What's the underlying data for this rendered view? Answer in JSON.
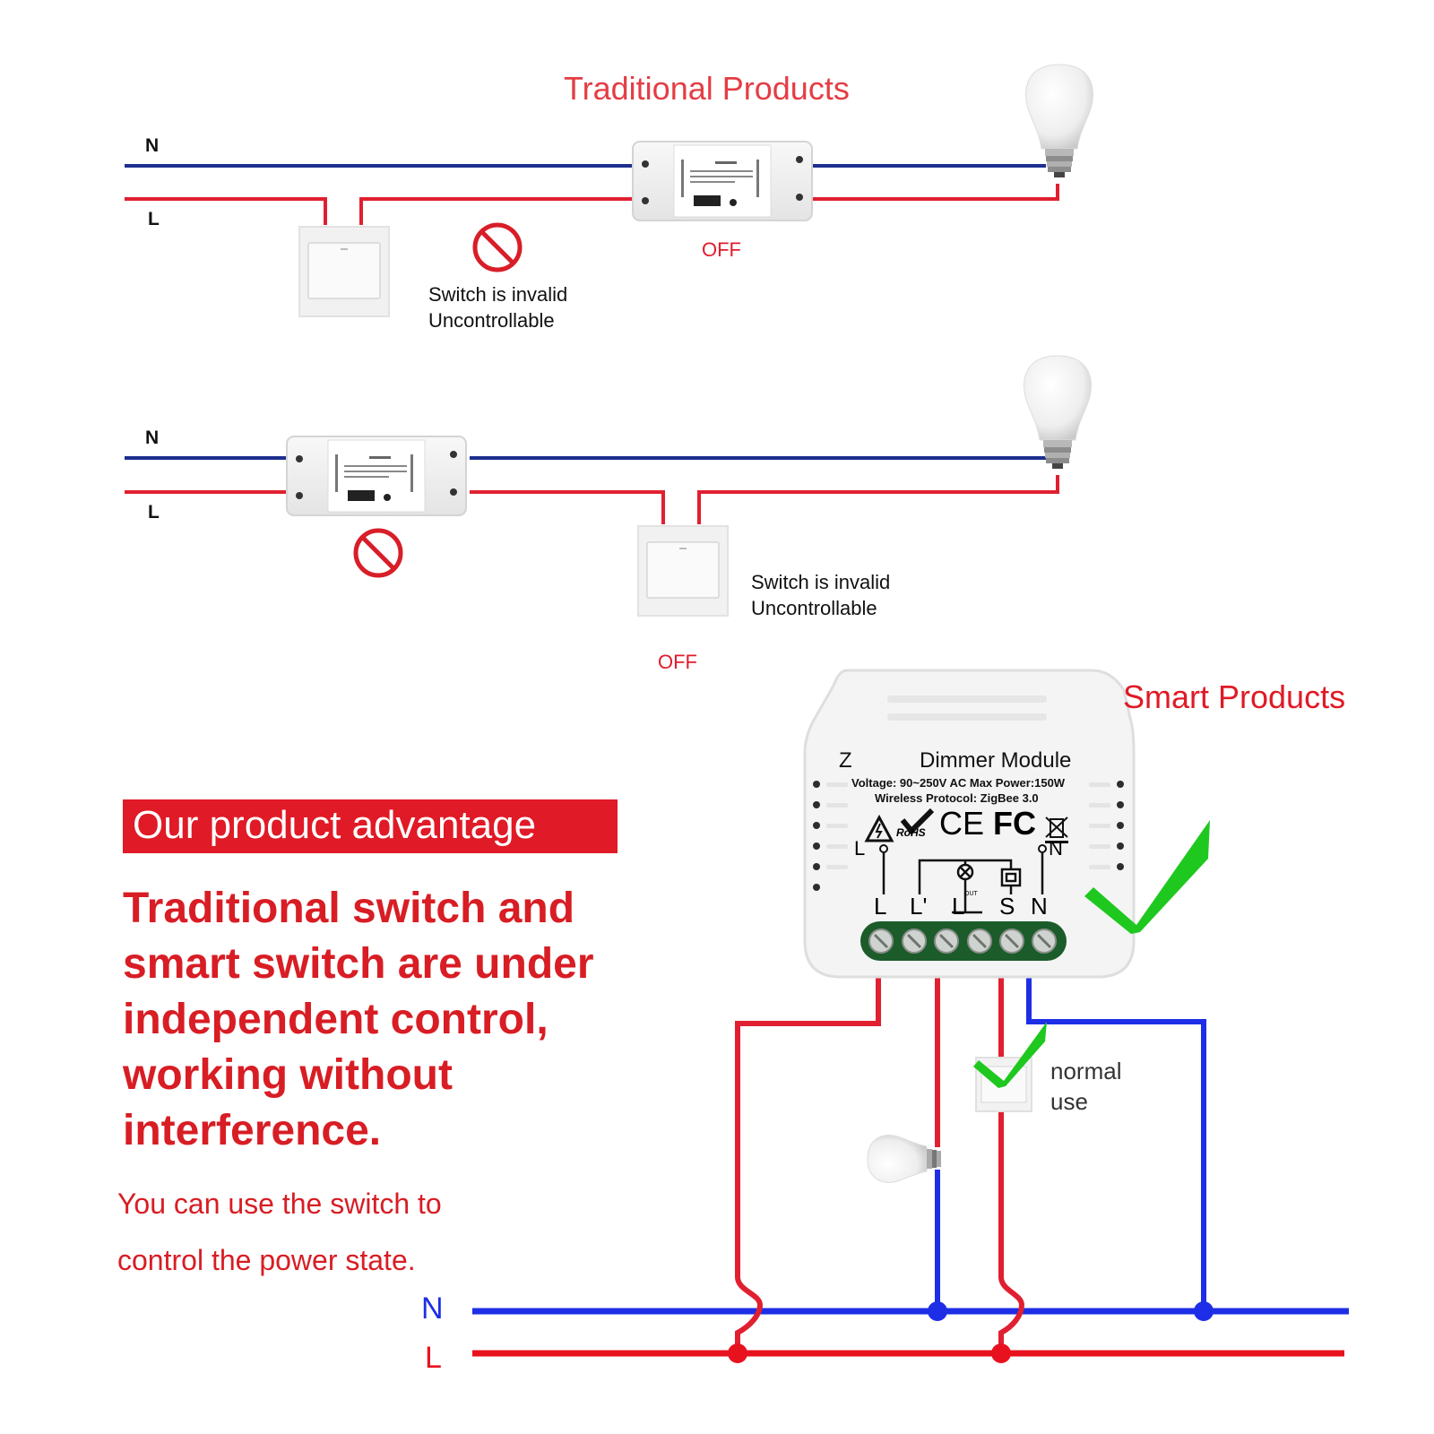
{
  "top_section": {
    "title": "Traditional Products",
    "diagram1": {
      "n_label": "N",
      "l_label": "L",
      "state": "OFF",
      "note_line1": "Switch is invalid",
      "note_line2": "Uncontrollable"
    },
    "diagram2": {
      "n_label": "N",
      "l_label": "L",
      "state": "OFF",
      "note_line1": "Switch is invalid",
      "note_line2": "Uncontrollable"
    }
  },
  "smart_section": {
    "title": "Smart Products",
    "module": {
      "title_prefix": "Z",
      "title": "Dimmer Module",
      "spec_line1": "Voltage: 90~250V AC Max Power:150W",
      "spec_line2": "Wireless Protocol: ZigBee 3.0",
      "cert_rohs": "RoHS",
      "cert_ce": "CE",
      "cert_fc": "FC",
      "terminal_L": "L",
      "terminal_N": "N",
      "terminals": [
        "L",
        "L'",
        "L",
        "S",
        "N"
      ],
      "terminal_out": "OUT"
    },
    "normal_use_line1": "normal",
    "normal_use_line2": "use",
    "bus_n_label": "N",
    "bus_l_label": "L"
  },
  "advantage": {
    "banner": "Our product advantage",
    "body_lines": [
      "Traditional switch and",
      "smart switch are under",
      "independent control,",
      "working without",
      "interference."
    ],
    "sub_lines": [
      "You can use the switch to",
      "control the power state."
    ]
  },
  "colors": {
    "neutral_wire": "#1d2f8f",
    "live_wire": "#e02030",
    "bus_neutral": "#1d2ee6",
    "bus_live": "#e8121f",
    "prohibited": "#d81e28",
    "check": "#1fc81f",
    "accent_red": "#e01a26"
  },
  "icons": [
    "prohibited-icon",
    "check-icon",
    "light-bulb-icon",
    "wall-switch-icon",
    "smart-relay-icon",
    "dimmer-module-icon"
  ]
}
